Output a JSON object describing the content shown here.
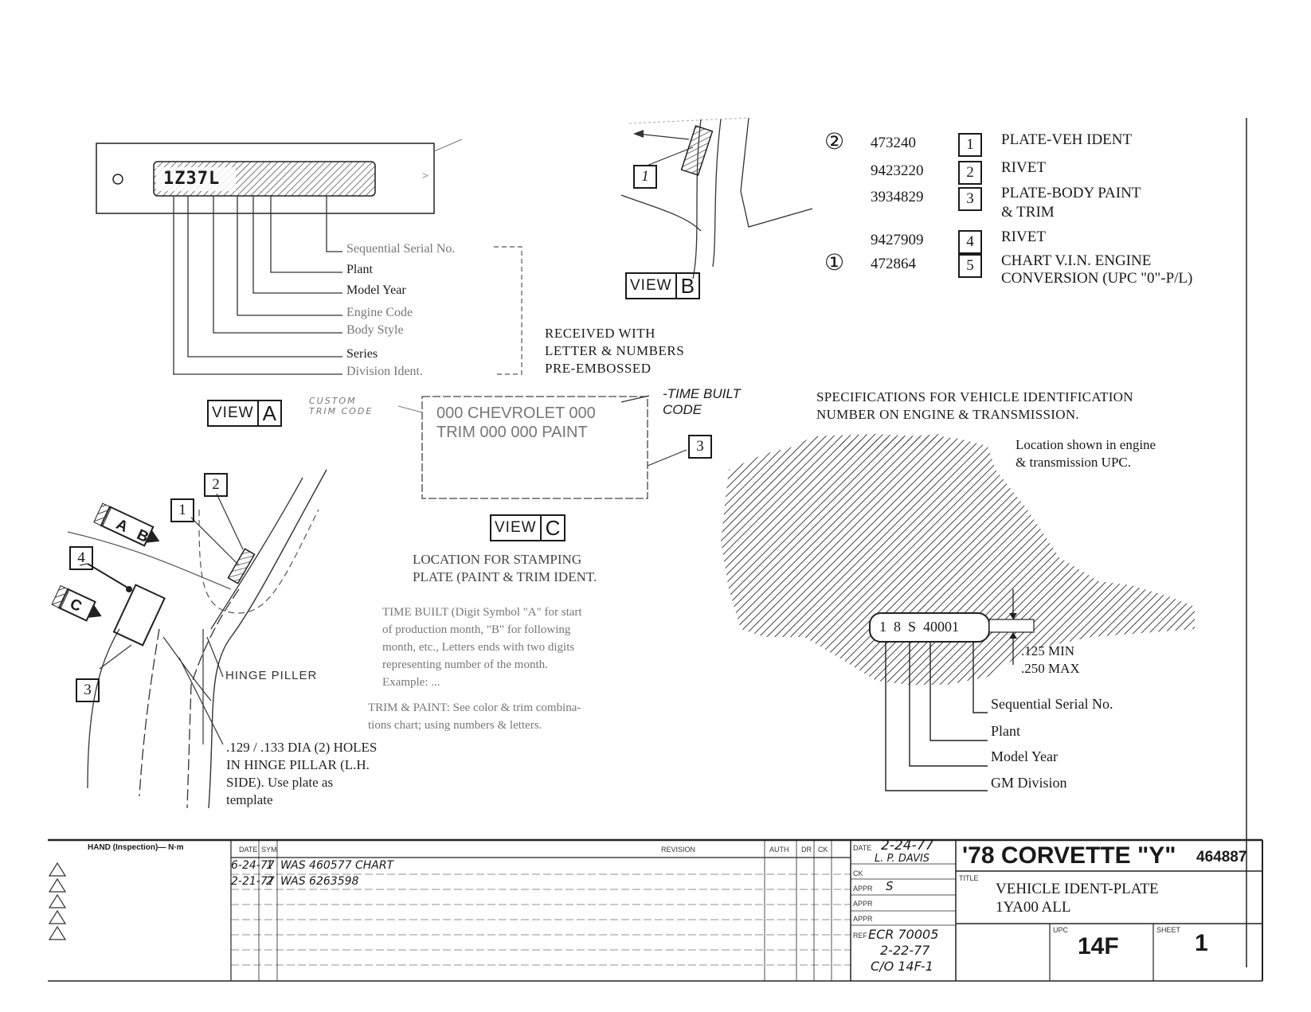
{
  "parts_list": [
    {
      "mark": "②",
      "part_no": "473240",
      "item": "1",
      "desc": "PLATE-VEH IDENT"
    },
    {
      "mark": "",
      "part_no": "9423220",
      "item": "2",
      "desc": "RIVET"
    },
    {
      "mark": "",
      "part_no": "3934829",
      "item": "3",
      "desc": "PLATE-BODY PAINT\n& TRIM"
    },
    {
      "mark": "",
      "part_no": "9427909",
      "item": "4",
      "desc": "RIVET"
    },
    {
      "mark": "①",
      "part_no": "472864",
      "item": "5",
      "desc": "CHART V.I.N. ENGINE\nCONVERSION (UPC \"0\"-P/L)"
    }
  ],
  "view_a": {
    "word": "VIEW",
    "letter": "A",
    "plate_text": "1Z37L",
    "callouts": [
      "Sequential Serial No.",
      "Plant",
      "Model Year",
      "Engine Code",
      "Body Style",
      "Series",
      "Division Ident."
    ],
    "note": "RECEIVED WITH\nLETTER & NUMBERS\nPRE-EMBOSSED",
    "custom_trim": "CUSTOM\nTRIM CODE"
  },
  "view_b": {
    "word": "VIEW",
    "letter": "B",
    "callout": "1"
  },
  "view_c": {
    "word": "VIEW",
    "letter": "C",
    "line1": "000 CHEVROLET 000",
    "line2": "TRIM 000  000 PAINT",
    "time_built": "-TIME BUILT\nCODE",
    "callout": "3",
    "notes": [
      "LOCATION FOR STAMPING\nPLATE (PAINT & TRIM IDENT.",
      "TIME BUILT (Digit Symbol \"A\" for start\nof production month, \"B\" for following\nmonth, etc., Letters ends with two digits\nrepresenting number of the month.\nExample: ...",
      "TRIM & PAINT: See color & trim combina-\ntions chart; using numbers & letters."
    ]
  },
  "install_view": {
    "hinge_pillar": "HINGE PILLER",
    "holes_note": ".129 / .133 DIA (2) HOLES\nIN HINGE PILLAR (L.H.\nSIDE). Use plate as\ntemplate",
    "callouts": [
      "2",
      "1",
      "4",
      "3"
    ],
    "arrows": [
      "A",
      "B",
      "C"
    ]
  },
  "spec": {
    "title": "SPECIFICATIONS FOR VEHICLE IDENTIFICATION\nNUMBER ON ENGINE & TRANSMISSION.",
    "location": "Location shown in engine\n& transmission UPC.",
    "vin_stamp": "1  8  S  40001",
    "min": ".125 MIN",
    "max": ".250 MAX",
    "callouts": [
      "Sequential Serial No.",
      "Plant",
      "Model Year",
      "GM Division"
    ]
  },
  "title_block": {
    "hand_label": "HAND (Inspection)— N·m",
    "headers": {
      "date": "DATE",
      "sym": "SYM",
      "revision": "REVISION",
      "auth": "AUTH",
      "dr": "DR",
      "ck": "CK"
    },
    "revisions": [
      {
        "date": "6-24-77",
        "sym": "1",
        "text": "WAS 460577 CHART"
      },
      {
        "date": "2-21-77",
        "sym": "2",
        "text": "WAS 6263598"
      }
    ],
    "date_label": "DATE",
    "date": "2-24-77",
    "drawn_by": "L. P. DAVIS",
    "ck_label": "CK",
    "appr_label": "APPR",
    "appr1": "S",
    "ref_label": "REF",
    "ref1": "ECR 70005",
    "ref2": "2-22-77",
    "ref3": "C/O 14F-1",
    "model": "'78 CORVETTE \"Y\"",
    "part_no": "464887",
    "title_label": "TITLE",
    "title": "VEHICLE IDENT-PLATE\n1YA00  ALL",
    "upc_label": "UPC",
    "upc": "14F",
    "sheet_label": "SHEET",
    "sheet": "1"
  }
}
